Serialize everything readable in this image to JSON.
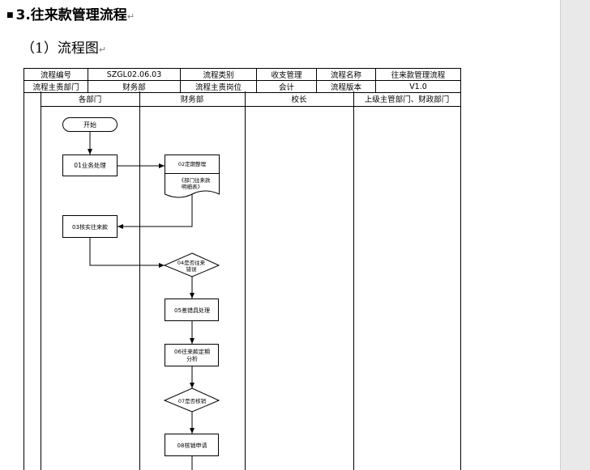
{
  "document": {
    "heading": "3.往来款管理流程",
    "subheading": "（1）流程图",
    "paragraph_mark": "↵"
  },
  "info_table": {
    "row1": [
      "流程编号",
      "SZGL02.06.03",
      "流程类别",
      "收支管理",
      "流程名称",
      "往来款管理流程"
    ],
    "row2": [
      "流程主责部门",
      "财务部",
      "流程主责岗位",
      "会计",
      "流程版本",
      "V1.0"
    ]
  },
  "lanes": [
    "各部门",
    "财务部",
    "校长",
    "上级主管部门、财政部门"
  ],
  "steps": {
    "start": "开始",
    "s01": "01业务处理",
    "s02": "02定期整理",
    "s02_doc_line1": "《部门往来款",
    "s02_doc_line2": "明细表》",
    "s03": "03核实往来款",
    "s04_line1": "04是否往来",
    "s04_line2": "错误",
    "s05": "05差错具处理",
    "s06_line1": "06往来款定期",
    "s06_line2": "分析",
    "s07": "07是否核销",
    "s08": "08核销申请"
  }
}
